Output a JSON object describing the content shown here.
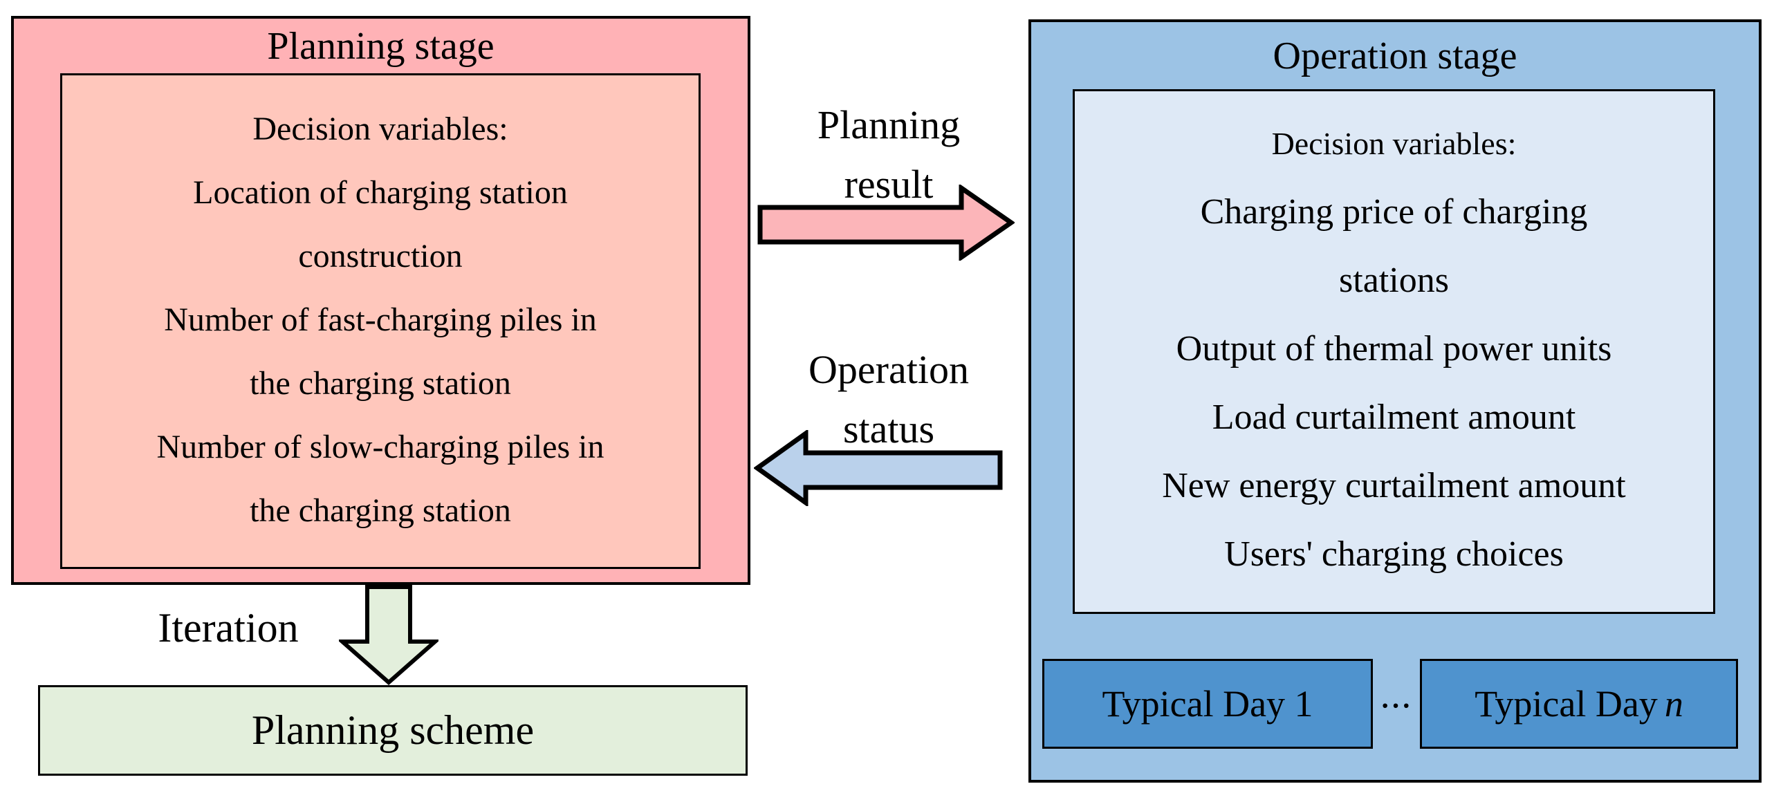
{
  "colors": {
    "pink-outer": "#FFB2B6",
    "pink-inner": "#FFC7BC",
    "pink-arrow": "#FCB5B9",
    "blue-outer": "#9CC3E5",
    "blue-inner": "#DEE9F6",
    "blue-day": "#4F93CE",
    "blue-arrow": "#BAD1EB",
    "green": "#E3EFDC",
    "border": "#000000"
  },
  "planning_stage": {
    "title": "Planning stage",
    "decision_lines": [
      "Decision variables:",
      "Location of charging station",
      "construction",
      "Number of fast-charging piles in",
      "the charging station",
      "Number of slow-charging piles in",
      "the charging station"
    ]
  },
  "flows": {
    "planning_result": [
      "Planning",
      "result"
    ],
    "operation_status": [
      "Operation",
      "status"
    ],
    "iteration": "Iteration"
  },
  "planning_scheme": {
    "label": "Planning scheme"
  },
  "operation_stage": {
    "title": "Operation stage",
    "decision_lines": [
      "Decision variables:",
      "Charging price of charging",
      "stations",
      "Output of thermal power units",
      "Load curtailment amount",
      "New energy curtailment amount",
      "Users' charging choices"
    ],
    "typical_day_1": "Typical Day 1",
    "typical_day_n": {
      "prefix": "Typical Day",
      "variable": "n"
    },
    "ellipsis": "···"
  }
}
